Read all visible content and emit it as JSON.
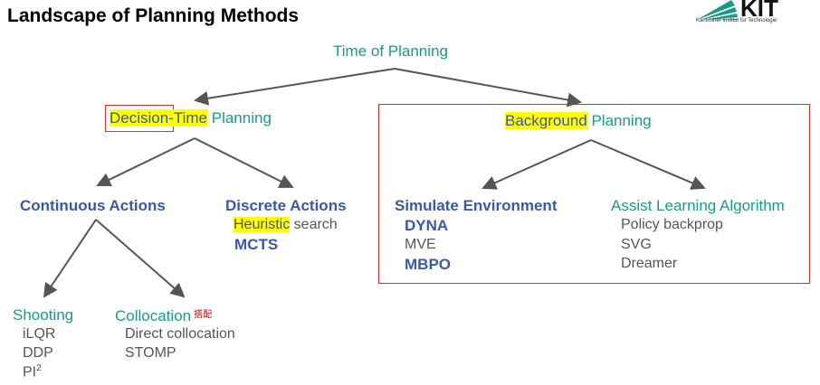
{
  "title": "Landscape of Planning Methods",
  "logo": {
    "letters": "KIT",
    "caption": "Karlsruher Institut für Technologie"
  },
  "root": "Time of Planning",
  "decision_time": {
    "highlight": "Decision-Time",
    "rest": " Planning"
  },
  "background": {
    "highlight": "Background",
    "rest": " Planning"
  },
  "continuous": {
    "label": "Continuous Actions",
    "shooting": {
      "label": "Shooting",
      "items": [
        "iLQR",
        "DDP"
      ],
      "pi": "PI",
      "pi_sup": "2"
    },
    "collocation": {
      "label": "Collocation",
      "note": "搭配",
      "items": [
        "Direct collocation",
        "STOMP"
      ]
    }
  },
  "discrete": {
    "label": "Discrete Actions",
    "heuristic_highlight": "Heuristic",
    "heuristic_rest": " search",
    "mcts": "MCTS"
  },
  "simulate": {
    "label": "Simulate Environment",
    "dyna": "DYNA",
    "mve": "MVE",
    "mbpo": "MBPO"
  },
  "assist": {
    "label": "Assist Learning Algorithm",
    "items": [
      "Policy backprop",
      "SVG",
      "Dreamer"
    ]
  }
}
